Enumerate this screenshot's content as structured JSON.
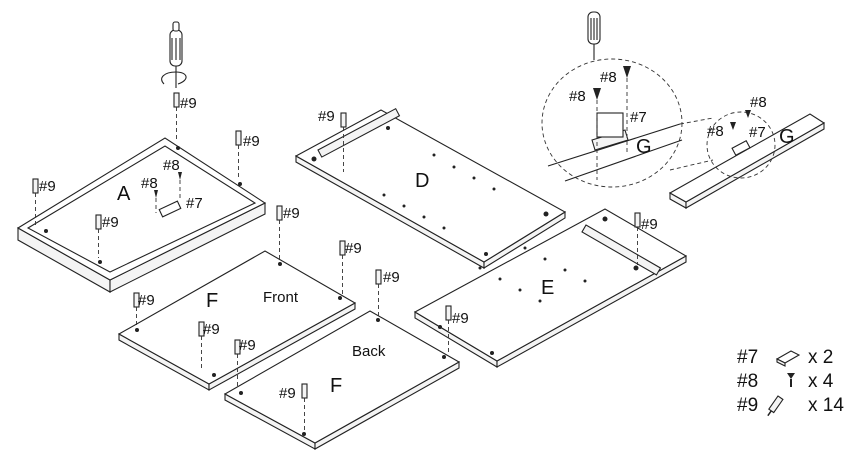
{
  "panels": {
    "a": "A",
    "d": "D",
    "e": "E",
    "f1": "F",
    "f2": "F",
    "g_detail": "G",
    "g_rail": "G",
    "front": "Front",
    "back": "Back"
  },
  "callouts": {
    "c9": "#9",
    "c8": "#8",
    "c7": "#7"
  },
  "legend": [
    {
      "code": "#7",
      "icon": "latch-icon",
      "qty": "x 2"
    },
    {
      "code": "#8",
      "icon": "screw-icon",
      "qty": "x 4"
    },
    {
      "code": "#9",
      "icon": "dowel-screw-icon",
      "qty": "x 14"
    }
  ]
}
